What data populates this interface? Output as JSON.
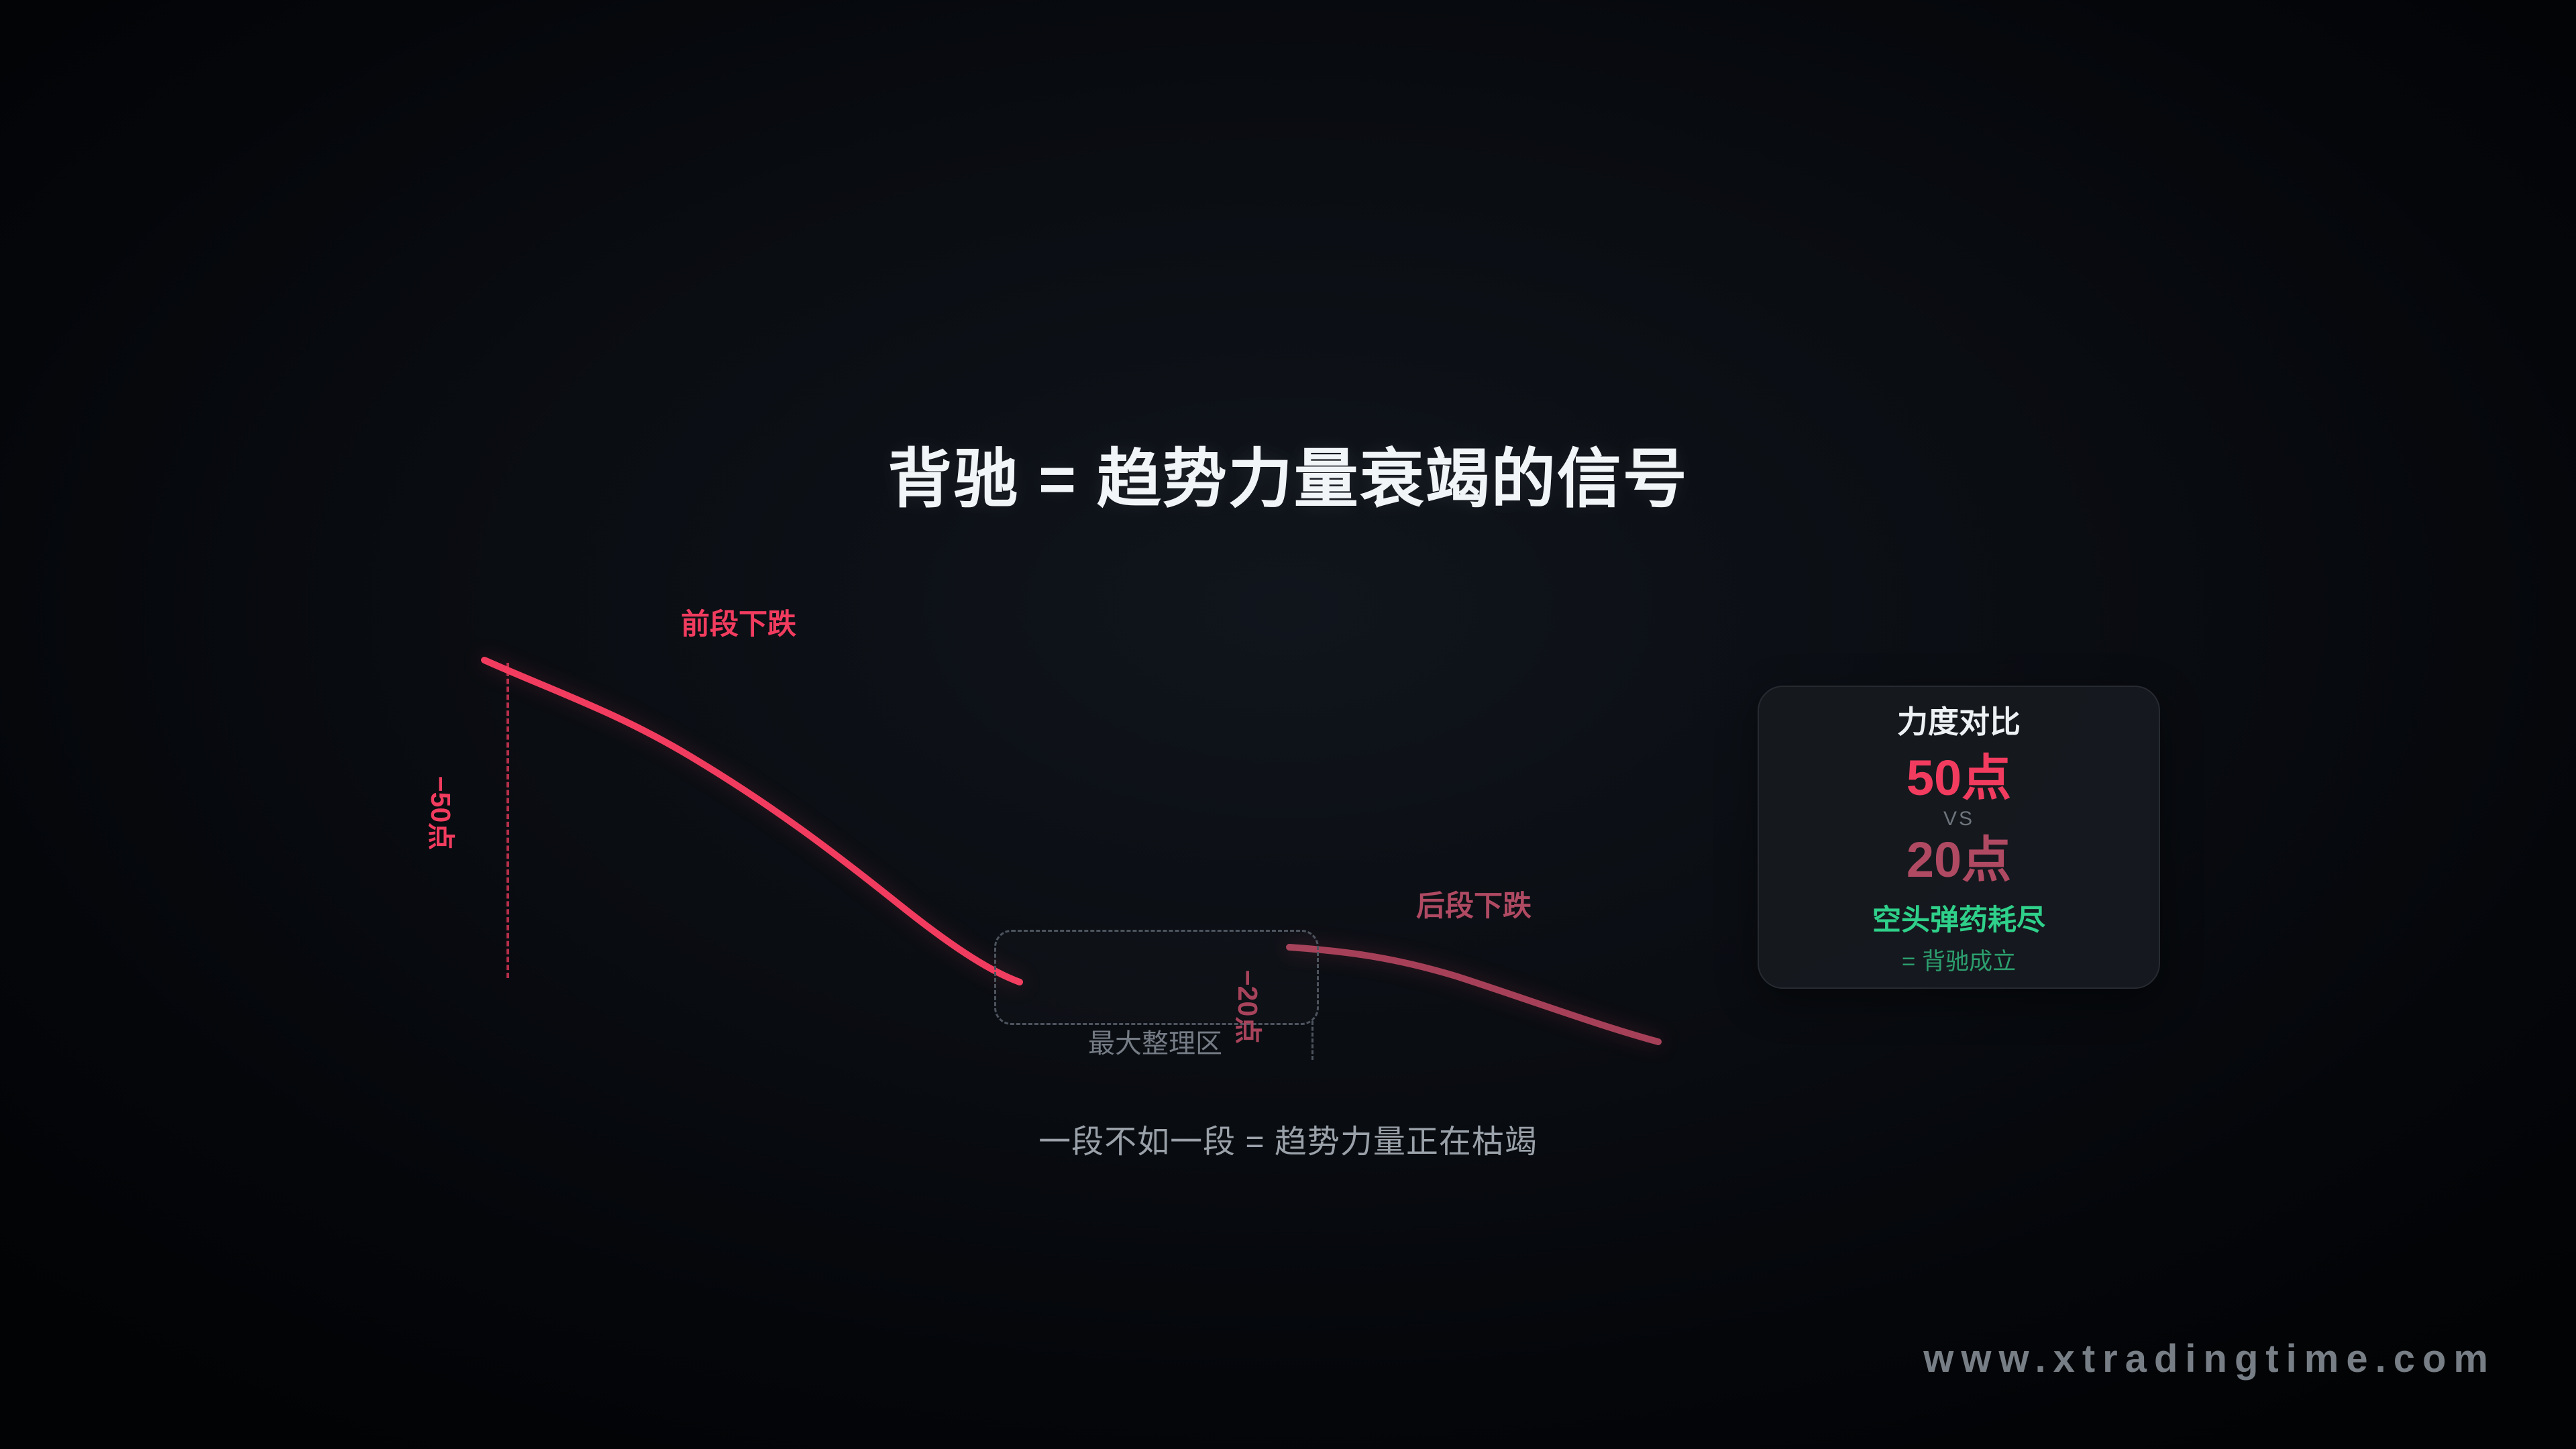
{
  "title": "背驰 = 趋势力量衰竭的信号",
  "chart": {
    "leg1": {
      "label": "前段下跌",
      "drop": "−50点"
    },
    "consolidation": {
      "label": "最大整理区"
    },
    "leg2": {
      "label": "后段下跌",
      "drop": "−20点"
    },
    "caption": "一段不如一段 = 趋势力量正在枯竭"
  },
  "comparison_panel": {
    "title": "力度对比",
    "first_value": "50点",
    "versus": "VS",
    "second_value": "20点",
    "conclusion_primary": "空头弹药耗尽",
    "conclusion_secondary": "= 背驰成立"
  },
  "watermark": "www.xtradingtime.com",
  "colors": {
    "leg1_stroke": "#f23c5f",
    "leg2_stroke": "#a64059",
    "background": "#07090d",
    "green": "#2fd08a"
  }
}
